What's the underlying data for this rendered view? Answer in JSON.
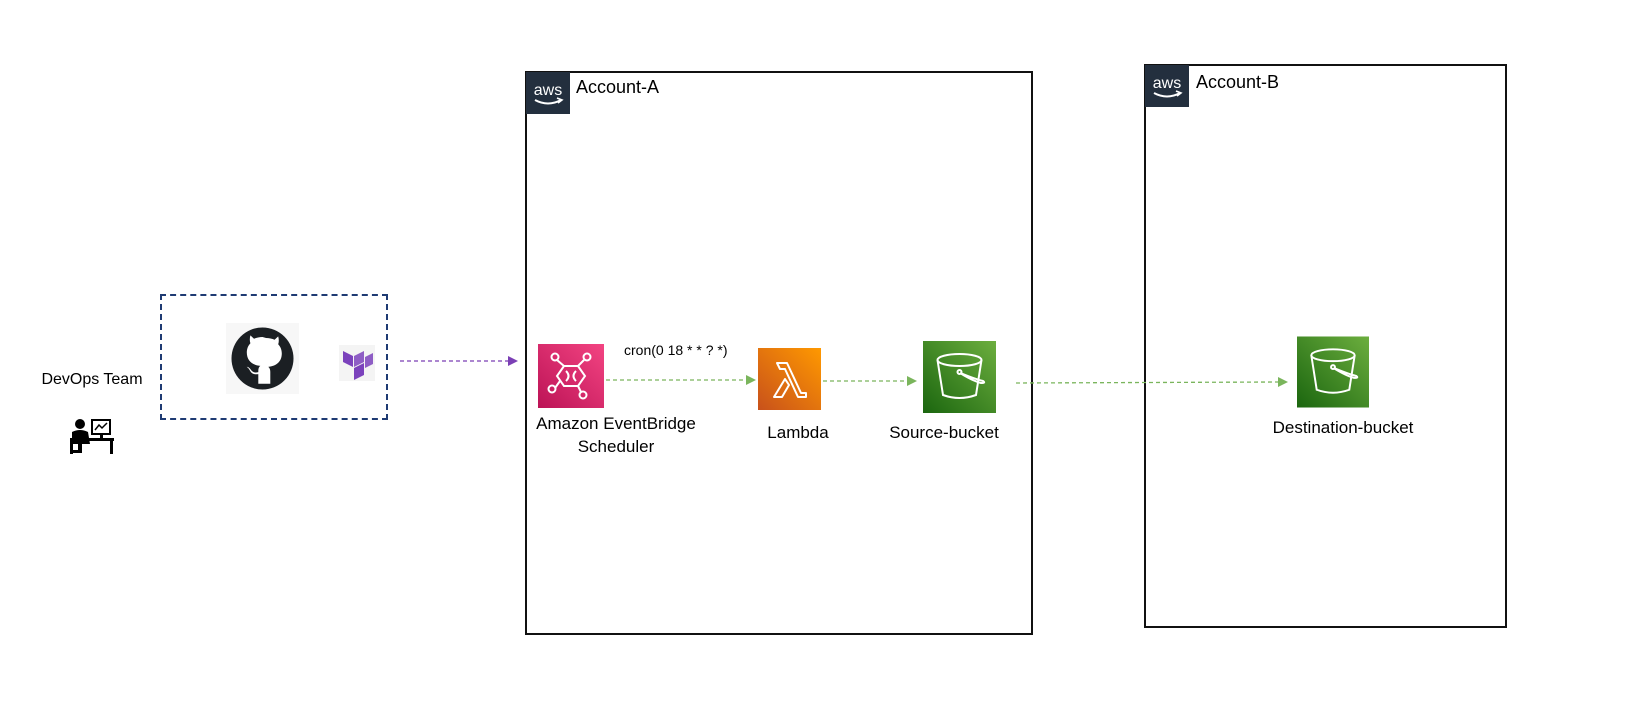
{
  "devops": {
    "label": "DevOps Team"
  },
  "account_a": {
    "label": "Account-A"
  },
  "account_b": {
    "label": "Account-B"
  },
  "services": {
    "eventbridge": {
      "line1": "Amazon EventBridge",
      "line2": "Scheduler"
    },
    "lambda": {
      "label": "Lambda"
    },
    "source_bucket": {
      "label": "Source-bucket"
    },
    "destination_bucket": {
      "label": "Destination-bucket"
    }
  },
  "schedule": {
    "cron": "cron(0 18 * * ? *)"
  },
  "icons": {
    "aws_logo": "aws-logo-icon",
    "github": "github-icon",
    "terraform": "terraform-icon",
    "developer": "developer-workstation-icon",
    "eventbridge": "eventbridge-scheduler-icon",
    "lambda": "lambda-icon",
    "s3": "s3-bucket-icon"
  },
  "colors": {
    "aws_badge": "#232f3e",
    "eventbridge": "#e7157b",
    "lambda": "#ed7100",
    "s3": "#3f8624",
    "terraform": "#7b42bc",
    "flow_arrow": "#7ab55c",
    "deploy_arrow": "#7b3fb5",
    "dashed_box": "#1f3b73"
  }
}
